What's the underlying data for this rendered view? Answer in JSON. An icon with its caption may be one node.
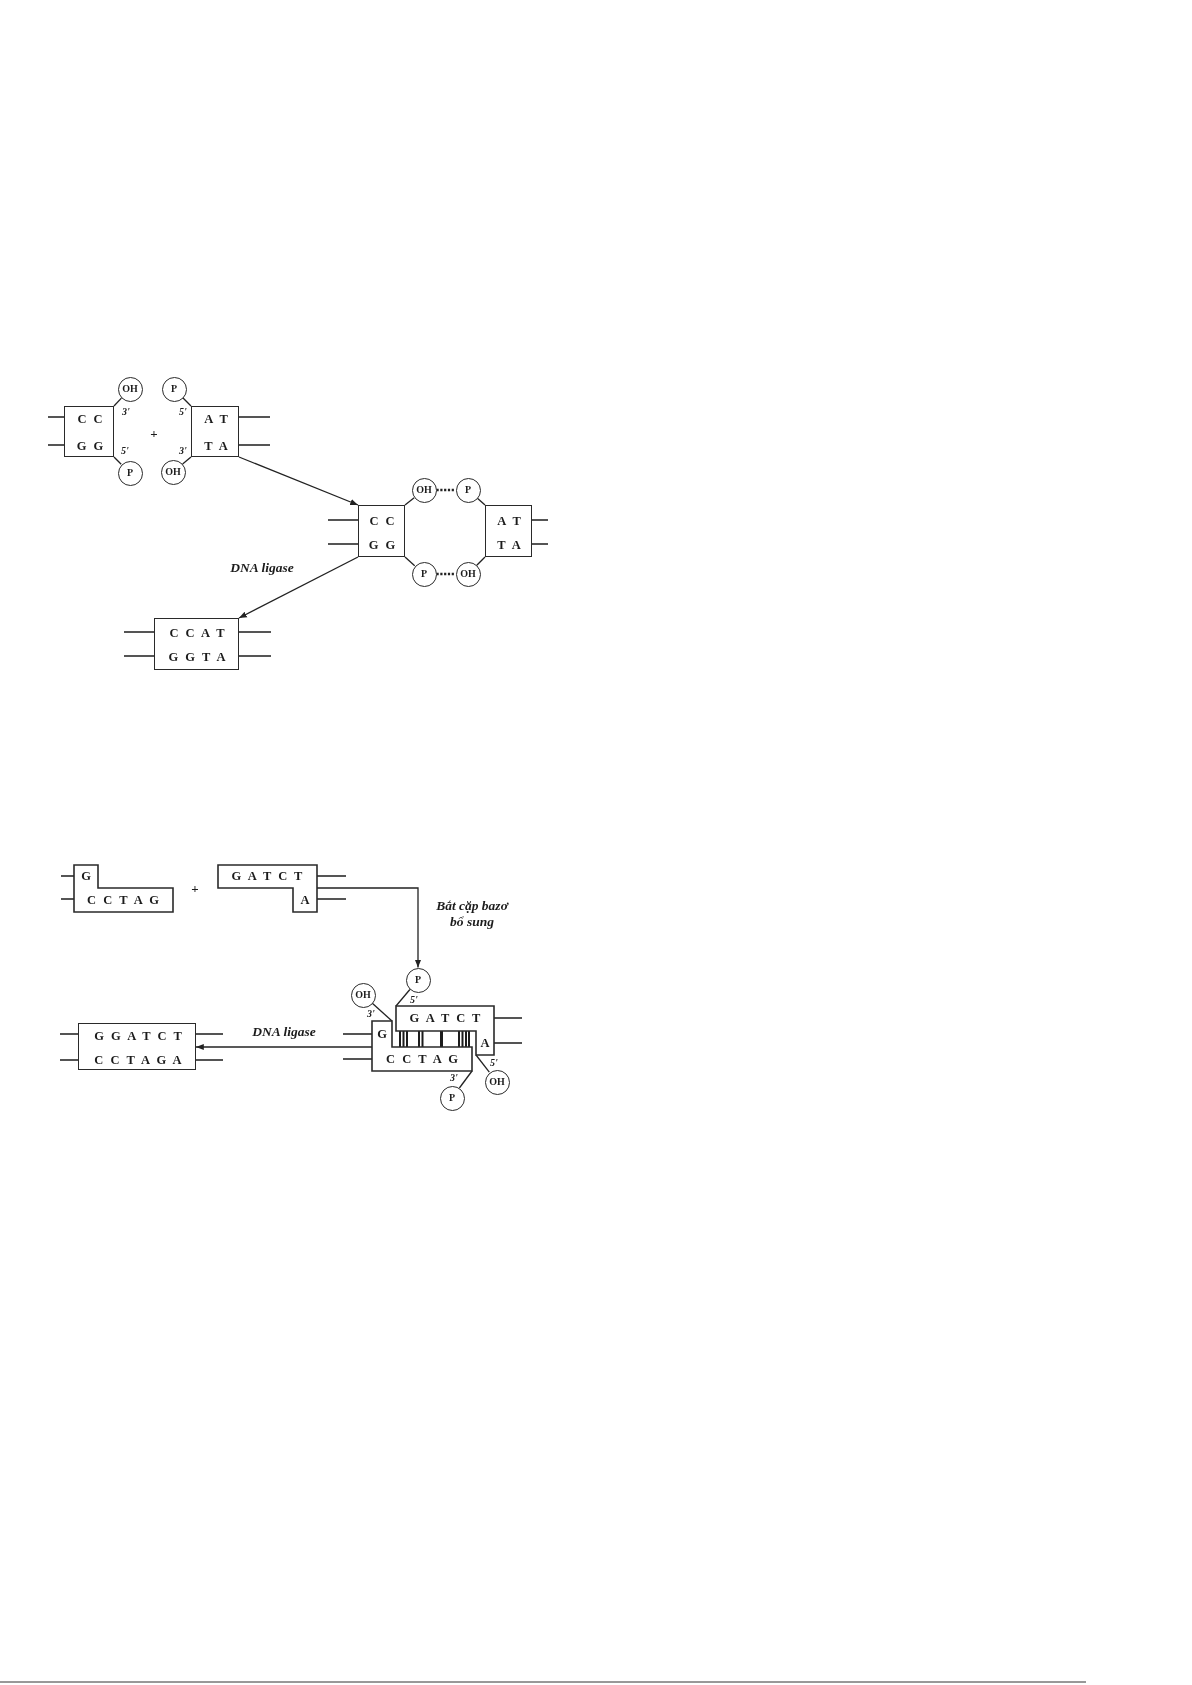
{
  "diagram": {
    "nodes": [
      {
        "text": [
          "C C",
          "G G"
        ],
        "beside": [
          "3'",
          "5'"
        ]
      },
      {
        "text": [
          "OH"
        ]
      },
      {
        "text": [
          "P"
        ]
      },
      {
        "text": [
          "P"
        ]
      },
      {
        "text": [
          "A T",
          "T A"
        ],
        "beside": [
          "5'",
          "3'"
        ]
      },
      {
        "text": [
          "OH"
        ]
      },
      {
        "text": [
          "C C",
          "G G"
        ]
      },
      {
        "text": [
          "OH"
        ]
      },
      {
        "text": [
          "P"
        ]
      },
      {
        "text": [
          "P"
        ]
      },
      {
        "text": [
          "OH"
        ]
      },
      {
        "text": [
          "A T",
          "T A"
        ]
      },
      {
        "text": [
          "C C A T",
          "G G T A"
        ]
      },
      {
        "text": [
          "G",
          "C C T A G"
        ]
      },
      {
        "text": [
          "G A T C T",
          "A"
        ]
      },
      {
        "text": [
          "OH"
        ]
      },
      {
        "text": [
          "P"
        ]
      },
      {
        "text": [
          "G",
          "C C T A G"
        ],
        "beside": [
          "3'",
          "3'"
        ]
      },
      {
        "text": [
          "G A T C T",
          "A"
        ],
        "beside": [
          "5'",
          "5'"
        ]
      },
      {
        "text": [
          "OH"
        ]
      },
      {
        "text": [
          "P"
        ]
      },
      {
        "text": [
          "G G A T C T",
          "C C T A G A"
        ]
      }
    ],
    "edges": [
      {
        "from": 0,
        "to": 1,
        "arrow": "none"
      },
      {
        "from": 0,
        "to": 2,
        "arrow": "none"
      },
      {
        "from": 4,
        "to": 3,
        "arrow": "none"
      },
      {
        "from": 4,
        "to": 5,
        "arrow": "none"
      },
      {
        "from": 4,
        "to": 6,
        "arrow": "to"
      },
      {
        "from": 6,
        "to": 7,
        "arrow": "none"
      },
      {
        "from": 6,
        "to": 8,
        "arrow": "none"
      },
      {
        "from": 7,
        "to": 9,
        "arrow": "none",
        "style": "dashed"
      },
      {
        "from": 8,
        "to": 10,
        "arrow": "none",
        "style": "dashed"
      },
      {
        "from": 11,
        "to": 9,
        "arrow": "none"
      },
      {
        "from": 11,
        "to": 10,
        "arrow": "none"
      },
      {
        "from": 6,
        "to": 12,
        "arrow": "to",
        "label": "DNA ligase"
      },
      {
        "from": 14,
        "to": 16,
        "arrow": "to",
        "label": "Bắt cặp bazơ bổ sung"
      },
      {
        "from": 17,
        "to": 15,
        "arrow": "none"
      },
      {
        "from": 18,
        "to": 16,
        "arrow": "none"
      },
      {
        "from": 18,
        "to": 19,
        "arrow": "none"
      },
      {
        "from": 17,
        "to": 20,
        "arrow": "none"
      },
      {
        "from": 17,
        "to": 21,
        "arrow": "to",
        "label": "DNA ligase"
      }
    ],
    "labels": [
      "+",
      "+"
    ]
  }
}
